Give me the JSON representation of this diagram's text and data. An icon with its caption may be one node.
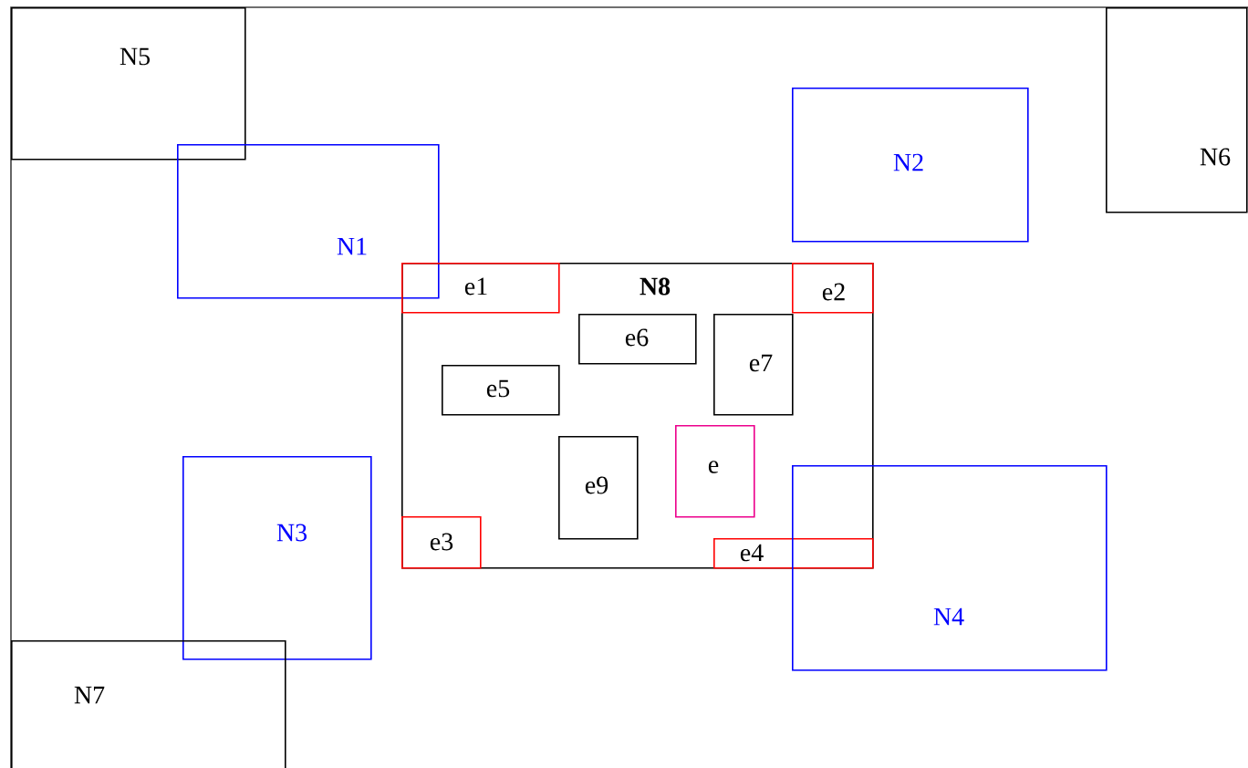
{
  "diagram": {
    "nodes": [
      {
        "text": [
          "N5"
        ]
      },
      {
        "text": [
          "N6"
        ]
      },
      {
        "text": [
          "N2"
        ]
      },
      {
        "text": [
          "N1"
        ]
      },
      {
        "text": [
          "N8"
        ]
      },
      {
        "text": [
          "e1"
        ],
        "in": 4
      },
      {
        "text": [
          "e2"
        ],
        "in": 4
      },
      {
        "text": [
          "e6"
        ],
        "in": 4
      },
      {
        "text": [
          "e7"
        ],
        "in": 4
      },
      {
        "text": [
          "e5"
        ],
        "in": 4
      },
      {
        "text": [
          "e"
        ],
        "in": 4
      },
      {
        "text": [
          "e9"
        ],
        "in": 4
      },
      {
        "text": [
          "e3"
        ],
        "in": 4
      },
      {
        "text": [
          "e4"
        ],
        "in": 4
      },
      {
        "text": [
          "N3"
        ]
      },
      {
        "text": [
          "N4"
        ]
      },
      {
        "text": [
          "N7"
        ]
      }
    ]
  }
}
